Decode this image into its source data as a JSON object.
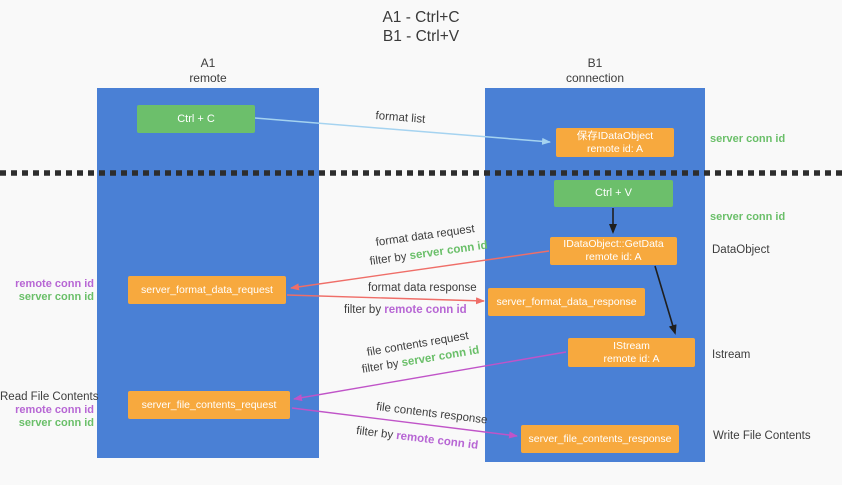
{
  "title": {
    "line1": "A1 - Ctrl+C",
    "line2": "B1 - Ctrl+V"
  },
  "columns": {
    "left": {
      "name": "A1",
      "subtitle": "remote"
    },
    "right": {
      "name": "B1",
      "subtitle": "connection"
    }
  },
  "boxes": {
    "ctrl_c": {
      "label": "Ctrl + C"
    },
    "save_idataobject": {
      "line1": "保存IDataObject",
      "line2": "remote id: A"
    },
    "ctrl_v": {
      "label": "Ctrl + V"
    },
    "getdata": {
      "line1": "IDataObject::GetData",
      "line2": "remote id: A"
    },
    "format_data_request": {
      "label": "server_format_data_request"
    },
    "format_data_response": {
      "label": "server_format_data_response"
    },
    "istream": {
      "line1": "IStream",
      "line2": "remote id: A"
    },
    "file_contents_request": {
      "label": "server_file_contents_request"
    },
    "file_contents_response": {
      "label": "server_file_contents_response"
    }
  },
  "arrows": {
    "format_list": {
      "label": "format list"
    },
    "format_data_request": {
      "label": "format data request",
      "filter_prefix": "filter by ",
      "filter_value": "server conn id"
    },
    "format_data_response": {
      "label": "format data response",
      "filter_prefix": "filter by ",
      "filter_value": "remote conn id"
    },
    "file_contents_request": {
      "label": "file contents request",
      "filter_prefix": "filter by ",
      "filter_value": "server conn id"
    },
    "file_contents_response": {
      "label": "file contents response",
      "filter_prefix": "filter by ",
      "filter_value": "remote conn id"
    }
  },
  "side_labels": {
    "right_server_conn_id_1": "server conn id",
    "right_server_conn_id_2": "server conn id",
    "dataobject": "DataObject",
    "istream": "Istream",
    "write_file_contents": "Write File Contents",
    "left_remote_conn_id_1": "remote conn id",
    "left_server_conn_id_1": "server conn id",
    "read_file_contents": "Read File Contents",
    "left_remote_conn_id_2": "remote conn id",
    "left_server_conn_id_2": "server conn id"
  },
  "colors": {
    "background": "#f9f9f9",
    "column_blue": "#4a80d5",
    "box_orange": "#f7a93e",
    "box_green": "#6cbf6b",
    "arrow_light_blue": "#a5d3f0",
    "arrow_red": "#ef6e68",
    "arrow_magenta": "#c054c8",
    "arrow_black": "#1f1f1f",
    "divider_black": "#2d2d2d",
    "text_green": "#6abf69",
    "text_purple": "#b766d4",
    "text_dark": "#3d3d3d"
  }
}
